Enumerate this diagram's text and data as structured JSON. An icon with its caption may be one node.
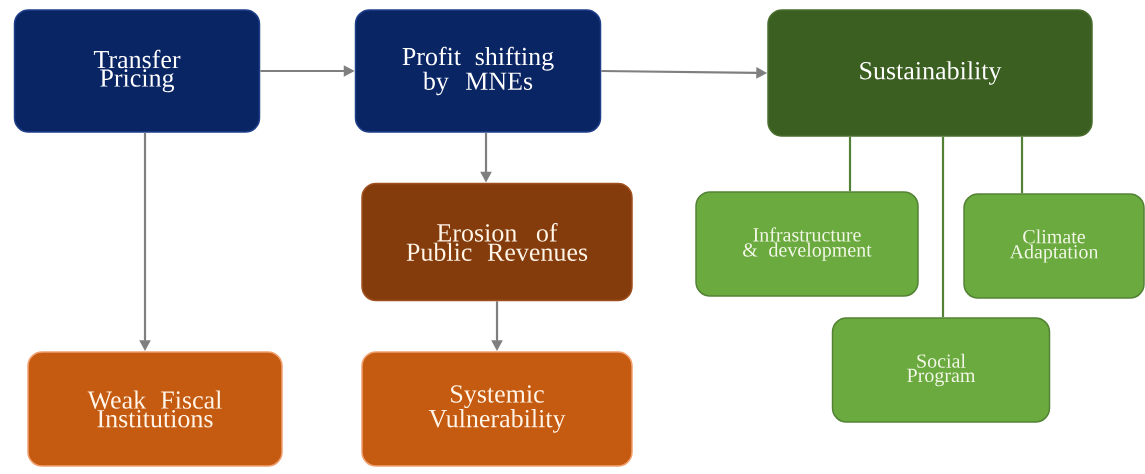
{
  "diagram": {
    "nodes": [
      {
        "text": [
          "Transfer Pricing"
        ]
      },
      {
        "text": [
          "Profit shifting by MNEs"
        ]
      },
      {
        "text": [
          "Sustainability"
        ]
      },
      {
        "text": [
          "Erosion of Public Revenues"
        ]
      },
      {
        "text": [
          "Weak Fiscal Institutions"
        ]
      },
      {
        "text": [
          "Systemic Vulnerability"
        ]
      },
      {
        "text": [
          "Infrastructure & development"
        ]
      },
      {
        "text": [
          "Climate Adaptation"
        ]
      },
      {
        "text": [
          "Social Program"
        ]
      }
    ],
    "edges": [
      {
        "from": 0,
        "to": 1,
        "arrow": "to"
      },
      {
        "from": 1,
        "to": 2,
        "arrow": "to"
      },
      {
        "from": 0,
        "to": 4,
        "arrow": "to"
      },
      {
        "from": 1,
        "to": 3,
        "arrow": "to"
      },
      {
        "from": 3,
        "to": 5,
        "arrow": "to"
      },
      {
        "from": 2,
        "to": 6,
        "arrow": "none",
        "color": "#548235"
      },
      {
        "from": 2,
        "to": 8,
        "arrow": "none",
        "color": "#548235"
      },
      {
        "from": 2,
        "to": 7,
        "arrow": "none",
        "color": "#548235"
      }
    ]
  }
}
